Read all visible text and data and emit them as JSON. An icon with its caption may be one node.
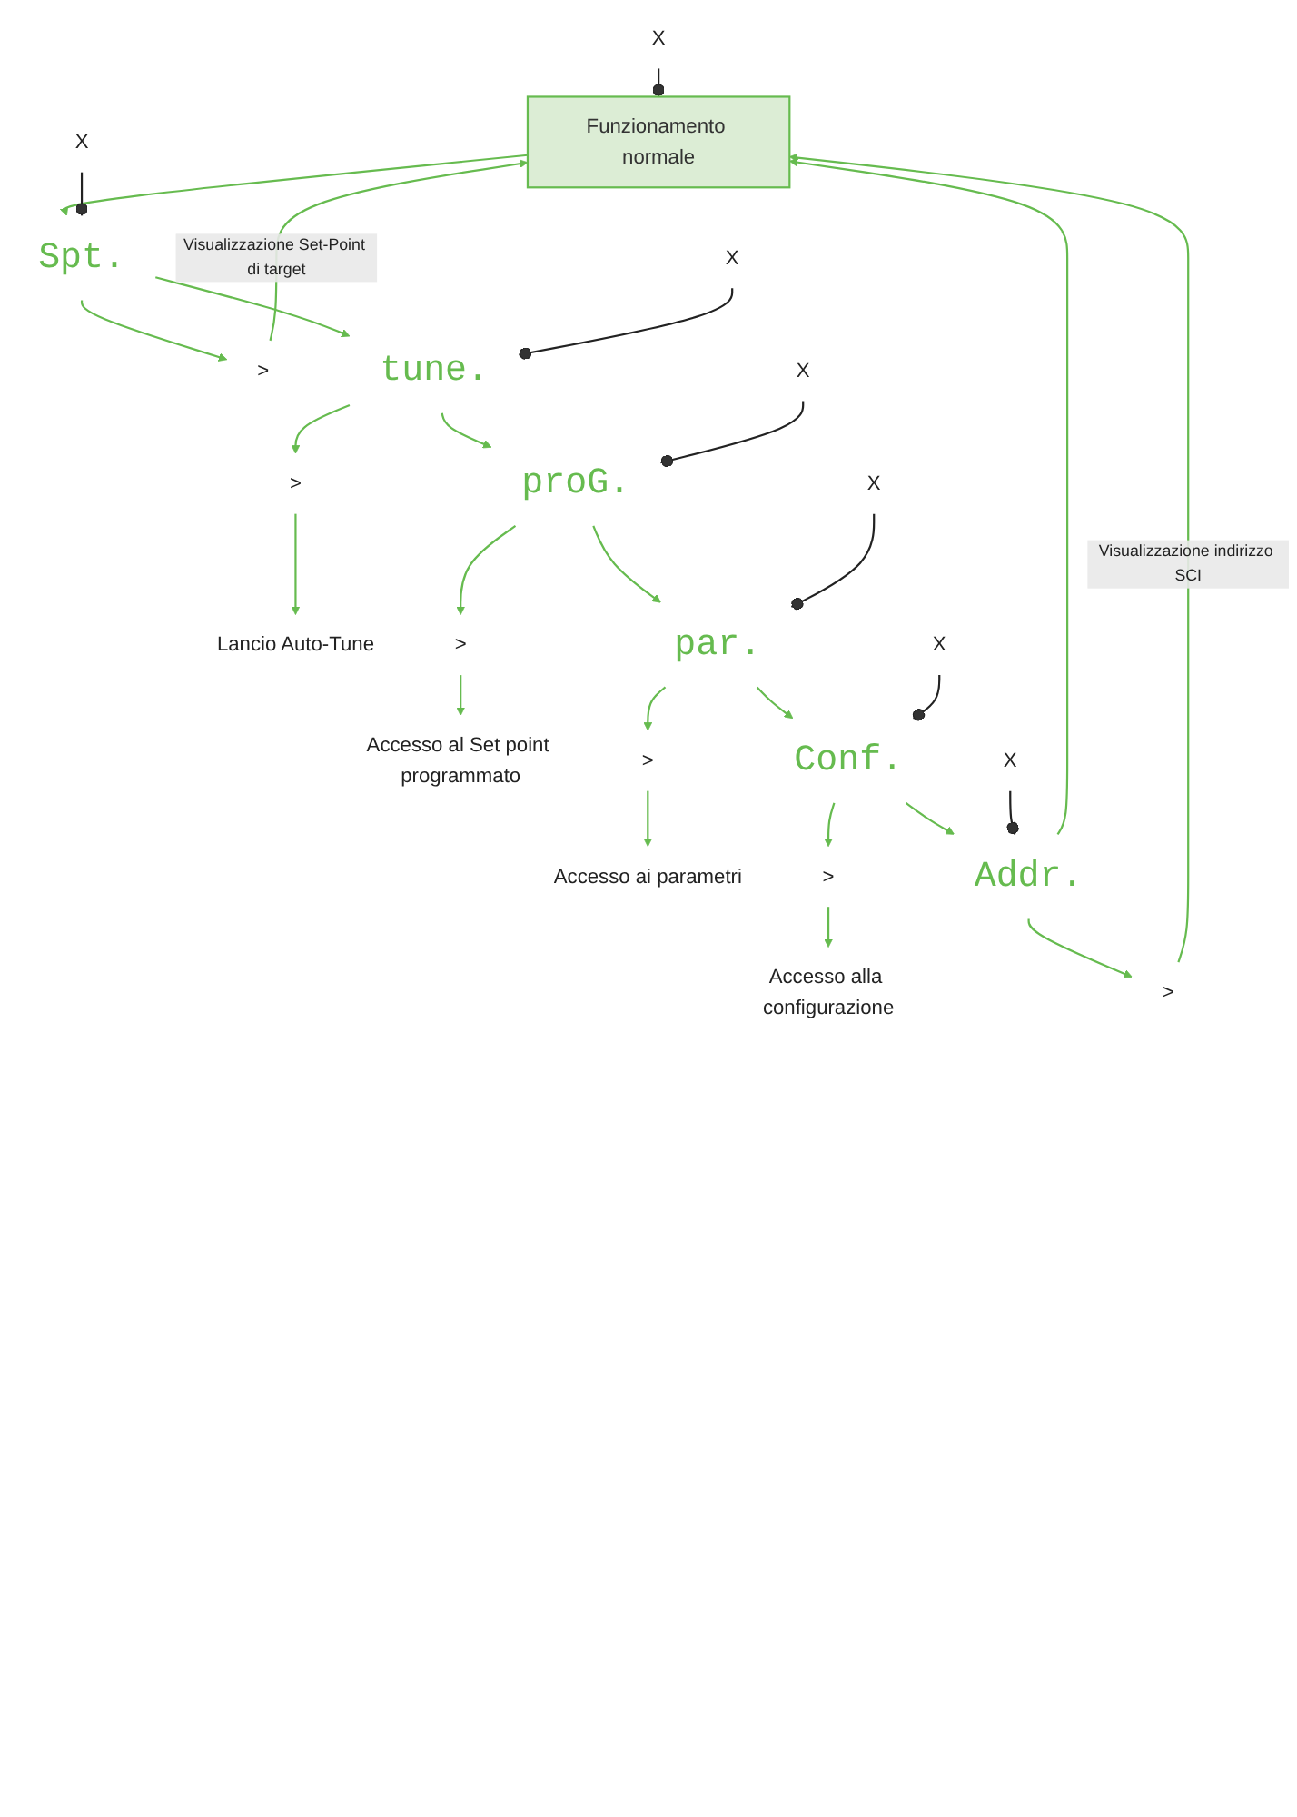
{
  "diagram": {
    "nodes": [
      {
        "text": [
          "Funzionamento normale"
        ]
      },
      {
        "text": [
          "X"
        ]
      },
      {
        "text": [
          "Spt."
        ]
      },
      {
        "text": [
          ">"
        ]
      },
      {
        "text": [
          "X"
        ]
      },
      {
        "text": [
          "tune."
        ]
      },
      {
        "text": [
          ">"
        ]
      },
      {
        "text": [
          "Lancio Auto-Tune"
        ]
      },
      {
        "text": [
          "X"
        ]
      },
      {
        "text": [
          "proG."
        ]
      },
      {
        "text": [
          ">"
        ]
      },
      {
        "text": [
          "Accesso al Set point programmato"
        ]
      },
      {
        "text": [
          "X"
        ]
      },
      {
        "text": [
          "par."
        ]
      },
      {
        "text": [
          ">"
        ]
      },
      {
        "text": [
          "Accesso ai parametri"
        ]
      },
      {
        "text": [
          "X"
        ]
      },
      {
        "text": [
          "Conf."
        ]
      },
      {
        "text": [
          ">"
        ]
      },
      {
        "text": [
          "Accesso alla configurazione"
        ]
      },
      {
        "text": [
          "X"
        ]
      },
      {
        "text": [
          "Addr."
        ]
      },
      {
        "text": [
          ">"
        ]
      },
      {
        "text": [
          "X"
        ]
      }
    ],
    "edges": [
      {
        "from": 0,
        "to": 2,
        "arrow": "to"
      },
      {
        "from": 1,
        "to": 2,
        "arrow": "other",
        "color": "#222222"
      },
      {
        "from": 2,
        "to": 3,
        "arrow": "to"
      },
      {
        "from": 3,
        "to": 0,
        "arrow": "to",
        "label": "Visualizzazione Set-Point di target"
      },
      {
        "from": 2,
        "to": 5,
        "arrow": "to"
      },
      {
        "from": 4,
        "to": 5,
        "arrow": "other",
        "color": "#222222"
      },
      {
        "from": 5,
        "to": 6,
        "arrow": "to"
      },
      {
        "from": 6,
        "to": 7,
        "arrow": "to"
      },
      {
        "from": 5,
        "to": 9,
        "arrow": "to"
      },
      {
        "from": 8,
        "to": 9,
        "arrow": "other",
        "color": "#222222"
      },
      {
        "from": 9,
        "to": 10,
        "arrow": "to"
      },
      {
        "from": 10,
        "to": 11,
        "arrow": "to"
      },
      {
        "from": 9,
        "to": 13,
        "arrow": "to"
      },
      {
        "from": 12,
        "to": 13,
        "arrow": "other",
        "color": "#222222"
      },
      {
        "from": 13,
        "to": 14,
        "arrow": "to"
      },
      {
        "from": 14,
        "to": 15,
        "arrow": "to"
      },
      {
        "from": 13,
        "to": 17,
        "arrow": "to"
      },
      {
        "from": 16,
        "to": 17,
        "arrow": "other",
        "color": "#222222"
      },
      {
        "from": 17,
        "to": 18,
        "arrow": "to"
      },
      {
        "from": 18,
        "to": 19,
        "arrow": "to"
      },
      {
        "from": 17,
        "to": 21,
        "arrow": "to"
      },
      {
        "from": 20,
        "to": 21,
        "arrow": "other",
        "color": "#222222"
      },
      {
        "from": 21,
        "to": 22,
        "arrow": "to"
      },
      {
        "from": 22,
        "to": 0,
        "arrow": "to",
        "label": "Visualizzazione indirizzo SCI"
      },
      {
        "from": 21,
        "to": 0,
        "arrow": "to"
      },
      {
        "from": 23,
        "to": 0,
        "arrow": "other",
        "color": "#222222"
      }
    ]
  }
}
